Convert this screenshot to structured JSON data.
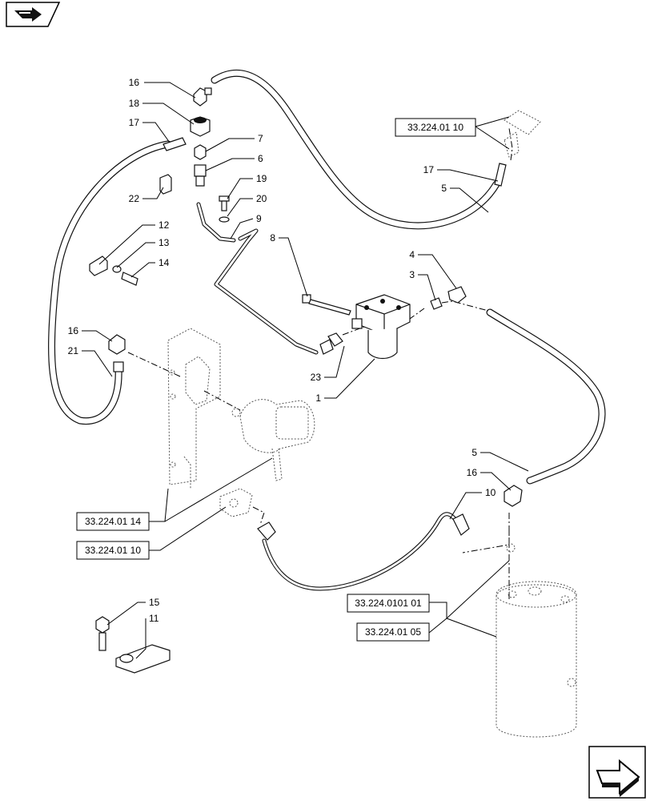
{
  "nav": {
    "prev_icon": "arrow-back-icon",
    "next_icon": "arrow-next-icon"
  },
  "callouts": {
    "c1": "1",
    "c3": "3",
    "c4": "4",
    "c5a": "5",
    "c5b": "5",
    "c6": "6",
    "c7": "7",
    "c8": "8",
    "c9": "9",
    "c10a": "10",
    "c11": "11",
    "c12": "12",
    "c13": "13",
    "c14": "14",
    "c15": "15",
    "c16a": "16",
    "c16b": "16",
    "c16c": "16",
    "c17a": "17",
    "c17b": "17",
    "c18": "18",
    "c19": "19",
    "c20": "20",
    "c21": "21",
    "c22": "22",
    "c23": "23"
  },
  "references": {
    "ref_top": "33.224.01 10",
    "ref_bracket": "33.224.01 14",
    "ref_coupling": "33.224.01 10",
    "ref_tank_a": "33.224.0101 01",
    "ref_tank_b": "33.224.01 05"
  }
}
